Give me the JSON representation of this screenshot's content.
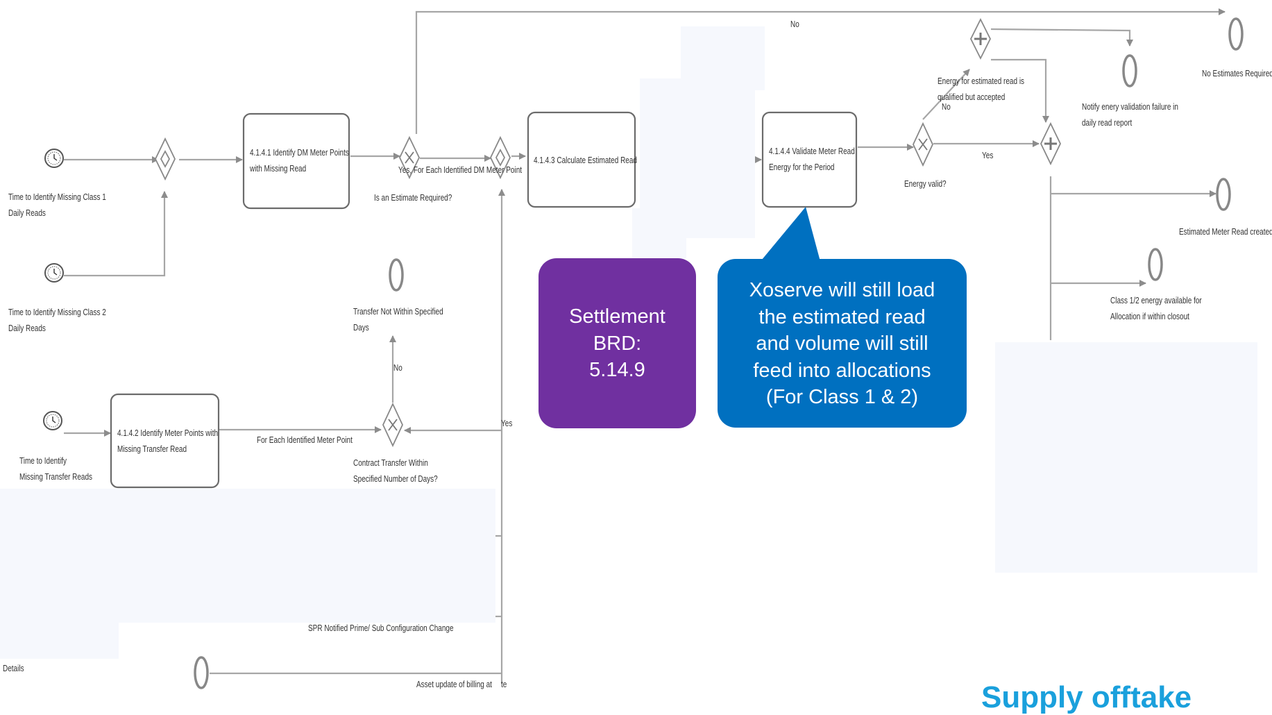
{
  "diagram": {
    "start_events": [
      {
        "id": "class1-timer",
        "label": [
          "Time to Identify Missing Class 1",
          "Daily Reads"
        ]
      },
      {
        "id": "class2-timer",
        "label": [
          "Time to Identify Missing Class 2",
          "Daily Reads"
        ]
      },
      {
        "id": "transfer-timer",
        "label": [
          "Time to Identify",
          "Missing Transfer Reads"
        ]
      }
    ],
    "tasks": [
      {
        "id": "task-4141",
        "label": [
          "4.1.4.1 Identify DM Meter Points",
          "with Missing Read"
        ]
      },
      {
        "id": "task-4143",
        "label": [
          "4.1.4.3 Calculate Estimated Read"
        ]
      },
      {
        "id": "task-4144",
        "label": [
          "4.1.4.4 Validate Meter Read",
          "Energy for the Period"
        ]
      },
      {
        "id": "task-4142",
        "label": [
          "4.1.4.2 Identify Meter Points with",
          "Missing Transfer Read"
        ]
      }
    ],
    "gateway_labels": {
      "estimate_required": "Is an Estimate Required?",
      "energy_valid": "Energy valid?",
      "contract_transfer": [
        "Contract Transfer Within",
        "Specified Number of Days?"
      ]
    },
    "end_events": [
      {
        "id": "no-estimates",
        "label": [
          "No Estimates Required"
        ]
      },
      {
        "id": "notify-failure",
        "label": [
          "Notify enery validation failure in",
          "daily read report"
        ]
      },
      {
        "id": "estimated-created",
        "label": [
          "Estimated Meter Read created"
        ]
      },
      {
        "id": "class12-available",
        "label": [
          "Class 1/2 energy available for",
          "Allocation if within closout"
        ]
      },
      {
        "id": "transfer-not-within",
        "label": [
          "Transfer Not Within Specified",
          "Days"
        ]
      }
    ],
    "flow_labels": {
      "no_top": "No",
      "yes_each_dm": "Yes, For Each Identified DM Meter Point",
      "energy_for_estimated": [
        "Energy for estimated read is",
        "qualified but accepted"
      ],
      "no_energy": "No",
      "yes_energy": "Yes",
      "no_transfer": "No",
      "yes_transfer": "Yes",
      "each_identified": "For Each Identified Meter Point",
      "spr_notified": "SPR Notified Prime/ Sub Configuration Change",
      "asset_update": "Asset update of billing at",
      "asset_update_tail": "te",
      "details": "Details"
    }
  },
  "callouts": {
    "settlement": {
      "text": [
        "Settlement",
        "BRD:",
        "5.14.9"
      ],
      "color": "#7030a0"
    },
    "xoserve": {
      "text": [
        "Xoserve will still load",
        "the estimated read",
        "and volume will still",
        "feed into allocations",
        "(For Class 1 & 2)"
      ],
      "color": "#0070c0"
    }
  },
  "cut_title": "Supply offtake",
  "colors": {
    "line": "#a6a6a6",
    "task_border": "#6b6b6b",
    "mask": "#f6f8fd"
  }
}
